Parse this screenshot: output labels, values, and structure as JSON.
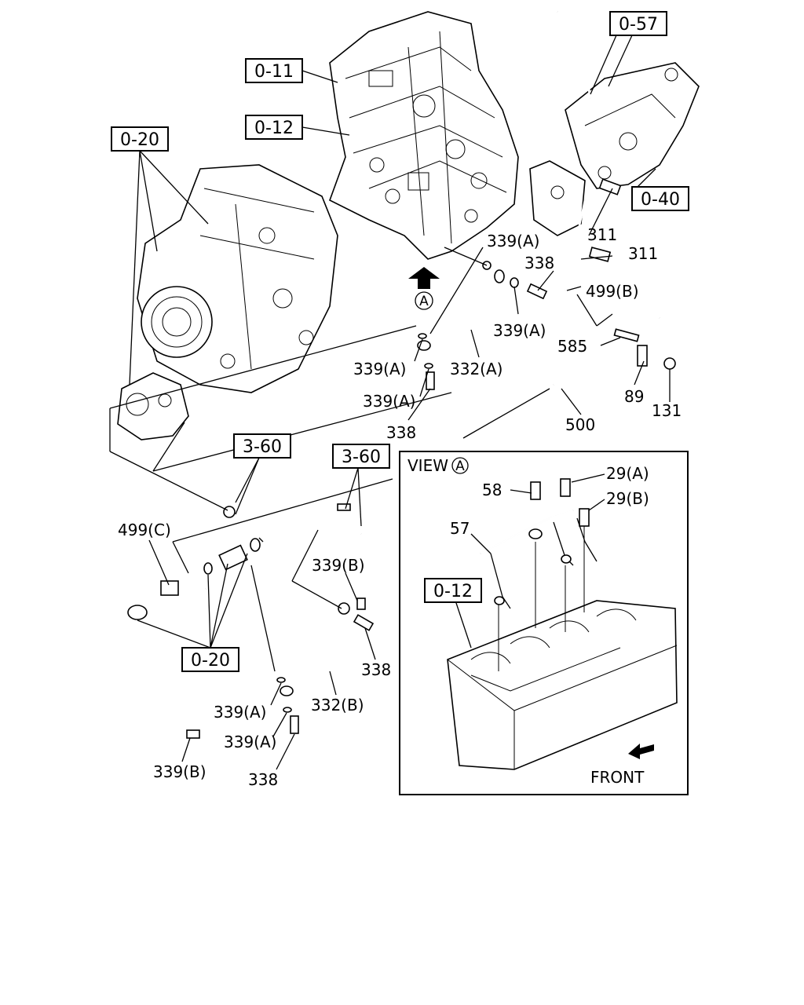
{
  "references": {
    "r_0_57": "0-57",
    "r_0_11": "0-11",
    "r_0_12": "0-12",
    "r_0_20_top": "0-20",
    "r_0_40": "0-40",
    "r_3_60_a": "3-60",
    "r_3_60_b": "3-60",
    "r_0_20_bottom": "0-20",
    "r_0_12_view": "0-12"
  },
  "labels": {
    "l_339a_1": "339(A)",
    "l_338_1": "338",
    "l_311_1": "311",
    "l_311_2": "311",
    "l_499b": "499(B)",
    "l_339a_2": "339(A)",
    "l_585": "585",
    "l_339a_3": "339(A)",
    "l_332a": "332(A)",
    "l_339a_4": "339(A)",
    "l_89": "89",
    "l_131": "131",
    "l_338_2": "338",
    "l_500": "500",
    "l_499c": "499(C)",
    "l_339b_1": "339(B)",
    "l_338_3": "338",
    "l_339a_5": "339(A)",
    "l_332b": "332(B)",
    "l_339a_6": "339(A)",
    "l_339b_2": "339(B)",
    "l_338_4": "338"
  },
  "view": {
    "title": "VIEW",
    "marker": "A",
    "l_58": "58",
    "l_29a": "29(A)",
    "l_29b": "29(B)",
    "l_57": "57",
    "front": "FRONT"
  },
  "arrow_marker": "A"
}
